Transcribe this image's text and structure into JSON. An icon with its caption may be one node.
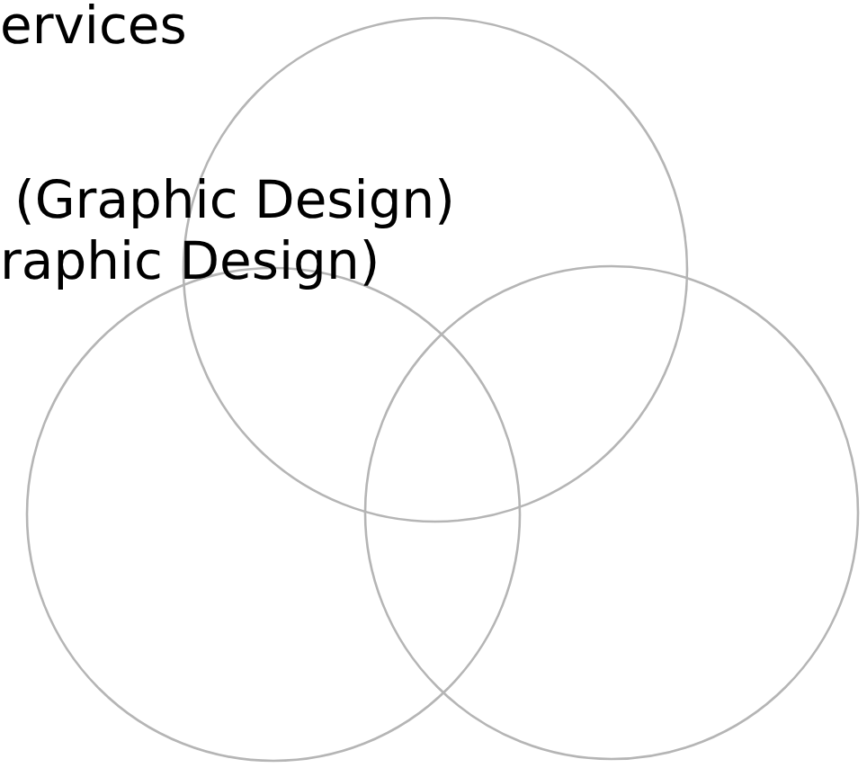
{
  "diagram": {
    "nodes": [
      {
        "text": [],
        "shape": "circle"
      },
      {
        "text": [],
        "shape": "circle"
      },
      {
        "text": [],
        "shape": "circle"
      }
    ],
    "edges": [],
    "labels": [
      "ervices",
      "(Graphic Design)",
      "raphic Design)"
    ]
  }
}
